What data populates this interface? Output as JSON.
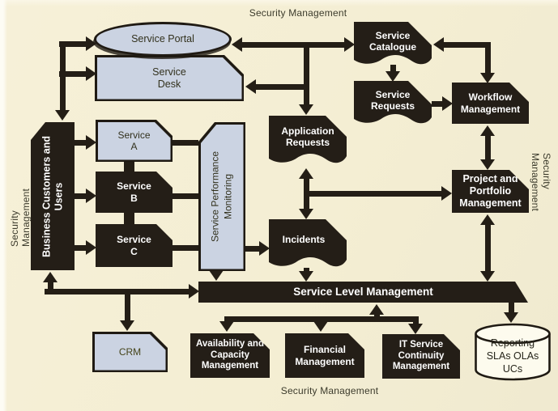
{
  "colors": {
    "background": "#f4eed3",
    "dark_shape": "#241e17",
    "light_panel": "#cbd3e2",
    "cylinder_fill": "#fdfbee",
    "shadow_light": "#c3ced7",
    "text_on_dark": "#ffffff",
    "text_on_light": "#32311d"
  },
  "security_labels": {
    "top": "Security Management",
    "left": "Security Management",
    "right": "Security Management",
    "bottom": "Security Management"
  },
  "nodes": {
    "service_portal": "Service Portal",
    "service_desk": "Service\nDesk",
    "business_customers": "Business Customers and Users",
    "service_a": "Service\nA",
    "service_b": "Service\nB",
    "service_c": "Service\nC",
    "service_performance_monitoring": "Service Performance\nMonitoring",
    "application_requests": "Application\nRequests",
    "incidents": "Incidents",
    "service_catalogue": "Service\nCatalogue",
    "service_requests": "Service\nRequests",
    "workflow_management": "Workflow\nManagement",
    "project_portfolio_management": "Project and\nPortfolio\nManagement",
    "service_level_management": "Service Level Management",
    "crm": "CRM",
    "availability_capacity_management": "Availability and\nCapacity\nManagement",
    "financial_management": "Financial\nManagement",
    "it_service_continuity_management": "IT Service\nContinuity\nManagement",
    "reporting_db": "Reporting\nSLAs OLAs\nUCs"
  }
}
